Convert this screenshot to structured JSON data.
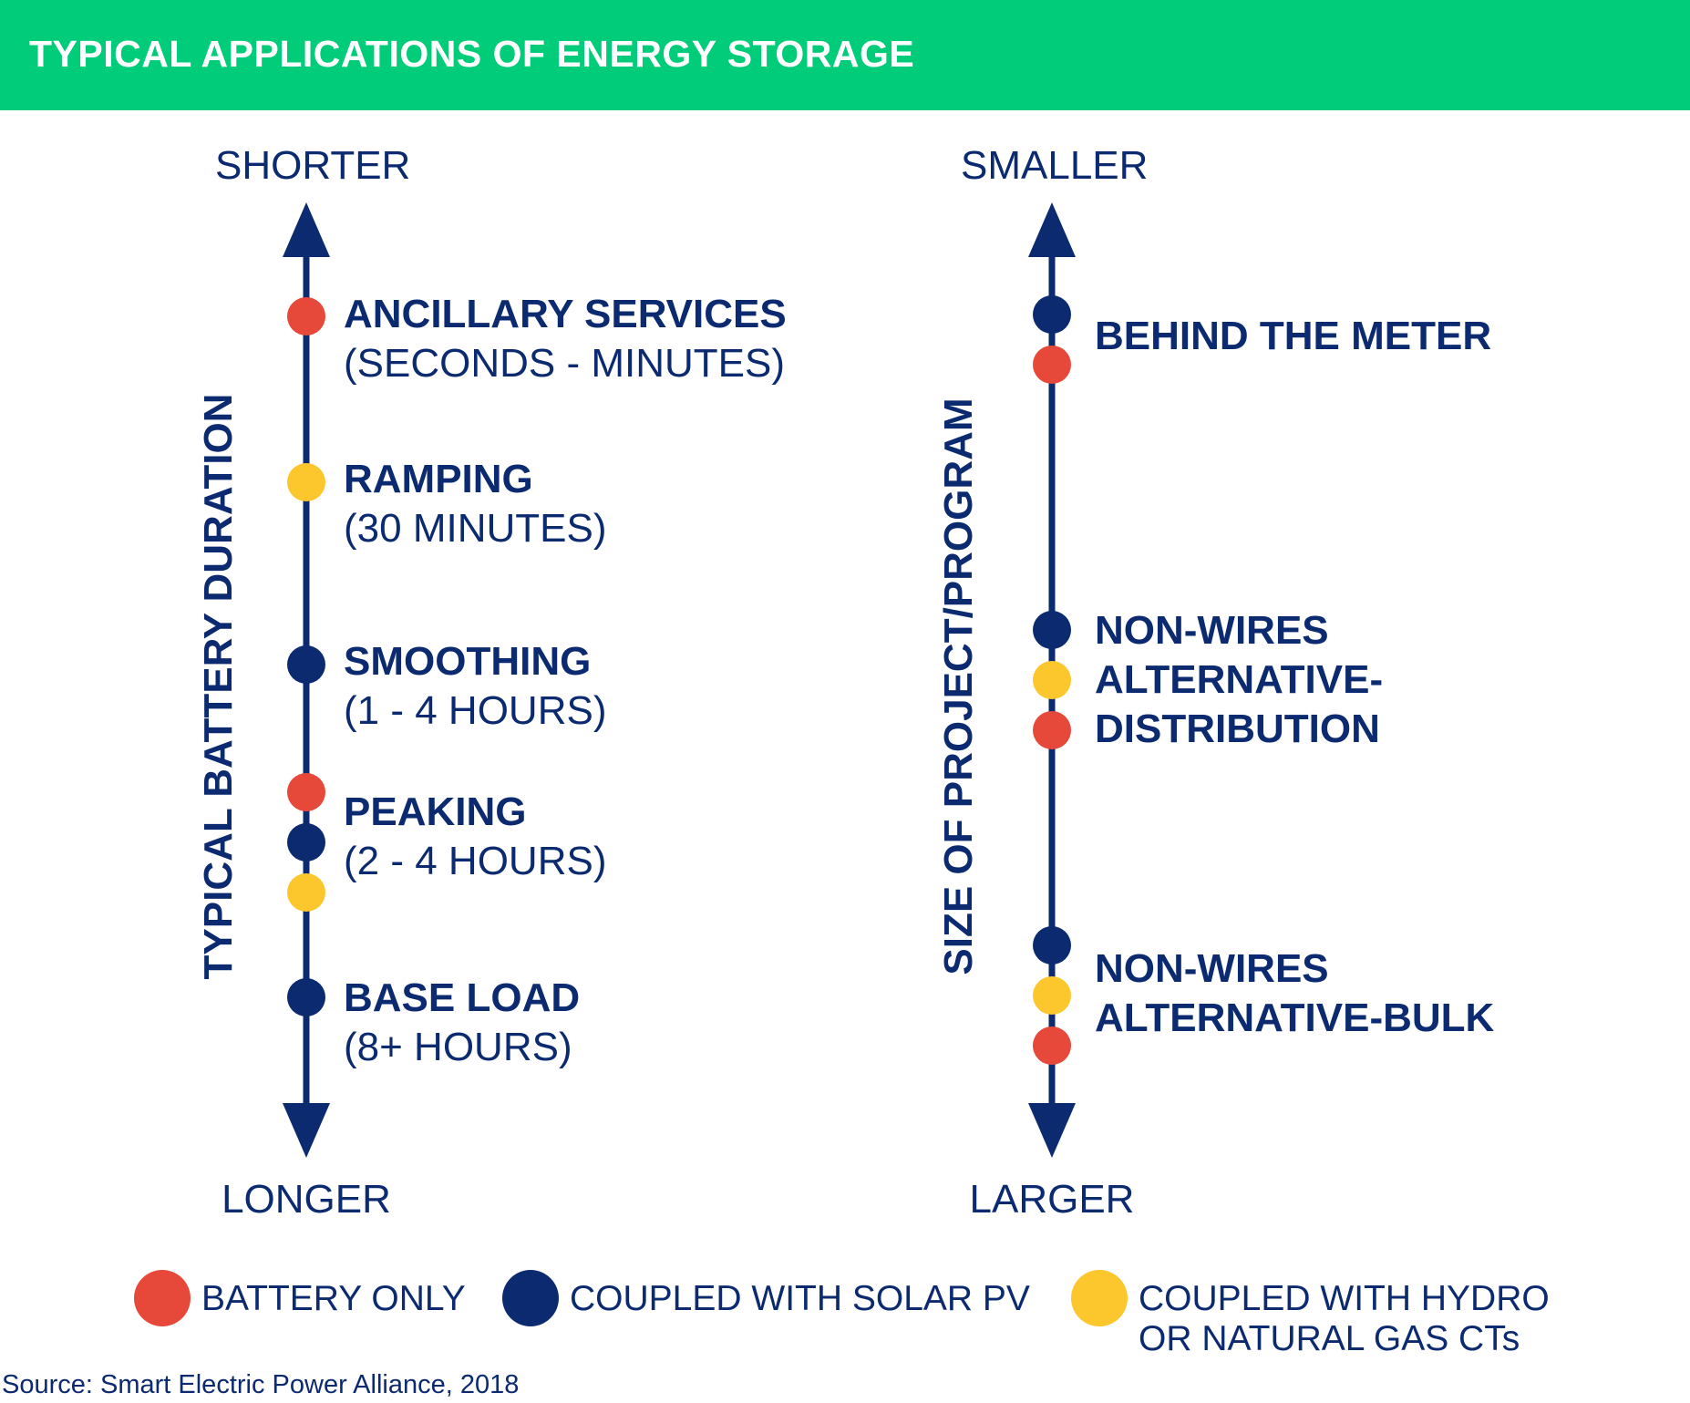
{
  "header": {
    "title": "TYPICAL APPLICATIONS OF ENERGY STORAGE"
  },
  "colors": {
    "banner": "#00cc79",
    "axis": "#0c2a70",
    "text": "#0c2a70",
    "battery_only": "#e6493a",
    "solar_pv": "#0c2a70",
    "hydro_gas": "#fcc72c"
  },
  "left_axis": {
    "title": "TYPICAL BATTERY DURATION",
    "top_label": "SHORTER",
    "bottom_label": "LONGER",
    "items": [
      {
        "name": "ANCILLARY SERVICES",
        "sub": "(SECONDS - MINUTES)",
        "dots": [
          "battery_only"
        ]
      },
      {
        "name": "RAMPING",
        "sub": "(30 MINUTES)",
        "dots": [
          "hydro_gas"
        ]
      },
      {
        "name": "SMOOTHING",
        "sub": "(1 - 4 HOURS)",
        "dots": [
          "solar_pv"
        ]
      },
      {
        "name": "PEAKING",
        "sub": "(2 - 4 HOURS)",
        "dots": [
          "battery_only",
          "solar_pv",
          "hydro_gas"
        ]
      },
      {
        "name": "BASE LOAD",
        "sub": "(8+ HOURS)",
        "dots": [
          "solar_pv"
        ]
      }
    ]
  },
  "right_axis": {
    "title": "SIZE OF PROJECT/PROGRAM",
    "top_label": "SMALLER",
    "bottom_label": "LARGER",
    "items": [
      {
        "name_lines": [
          "BEHIND THE METER"
        ],
        "dots": [
          "solar_pv",
          "battery_only"
        ]
      },
      {
        "name_lines": [
          "NON-WIRES",
          "ALTERNATIVE-",
          "DISTRIBUTION"
        ],
        "dots": [
          "solar_pv",
          "hydro_gas",
          "battery_only"
        ]
      },
      {
        "name_lines": [
          "NON-WIRES",
          "ALTERNATIVE-BULK"
        ],
        "dots": [
          "solar_pv",
          "hydro_gas",
          "battery_only"
        ]
      }
    ]
  },
  "legend": [
    {
      "key": "battery_only",
      "label_lines": [
        "BATTERY ONLY"
      ]
    },
    {
      "key": "solar_pv",
      "label_lines": [
        "COUPLED WITH SOLAR PV"
      ]
    },
    {
      "key": "hydro_gas",
      "label_lines": [
        "COUPLED WITH HYDRO",
        "OR NATURAL GAS CTs"
      ]
    }
  ],
  "source": "Source: Smart Electric Power Alliance, 2018"
}
